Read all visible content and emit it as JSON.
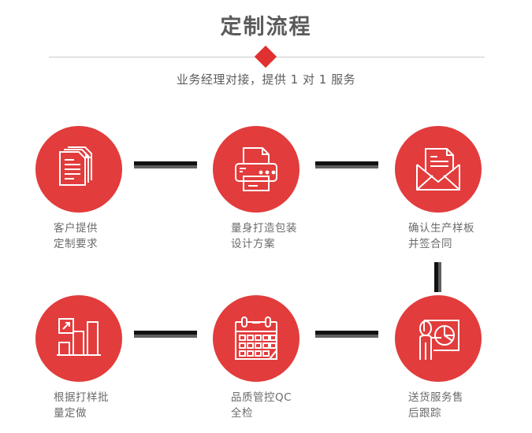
{
  "header": {
    "title": "定制流程",
    "subtitle": "业务经理对接，提供 1 对 1 服务",
    "accent_color": "#e23c3c",
    "title_color": "#5a5a5a",
    "divider_color": "#c9c9c9",
    "diamond_icon": "diamond-marker"
  },
  "connectors": {
    "dark_color": "#121212",
    "light_color": "#5f5f5f"
  },
  "steps": [
    {
      "id": 1,
      "icon": "documents-stack-icon",
      "label": "客户提供\n定制要求"
    },
    {
      "id": 2,
      "icon": "printer-icon",
      "label": "量身打造包装\n设计方案"
    },
    {
      "id": 3,
      "icon": "envelope-letter-icon",
      "label": "确认生产样板\n并签合同"
    },
    {
      "id": 4,
      "icon": "bar-chart-growth-icon",
      "label": "根据打样批\n量定做"
    },
    {
      "id": 5,
      "icon": "calendar-icon",
      "label": "品质管控QC\n全检"
    },
    {
      "id": 6,
      "icon": "presentation-person-icon",
      "label": "送货服务售\n后跟踪"
    }
  ]
}
